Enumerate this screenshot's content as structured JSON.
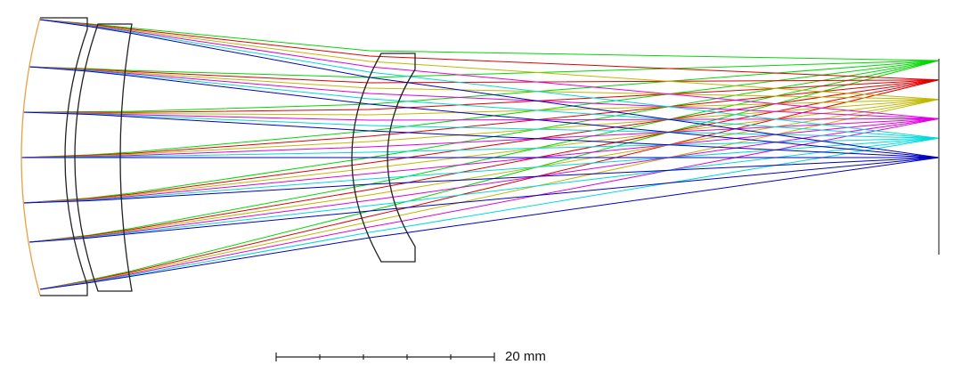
{
  "diagram": {
    "type": "optical-layout",
    "fields": [
      {
        "name": "field-1",
        "color": "#00d800"
      },
      {
        "name": "field-2",
        "color": "#e00000"
      },
      {
        "name": "field-3",
        "color": "#c0b800"
      },
      {
        "name": "field-4",
        "color": "#e000e0"
      },
      {
        "name": "field-5",
        "color": "#00dada"
      },
      {
        "name": "field-6",
        "color": "#0000c0"
      }
    ],
    "pupil_rays_per_field": 7,
    "elements": [
      "lens-1",
      "lens-2",
      "lens-3",
      "image-plane"
    ]
  },
  "scale_bar": {
    "label": "20 mm",
    "divisions": 5
  }
}
